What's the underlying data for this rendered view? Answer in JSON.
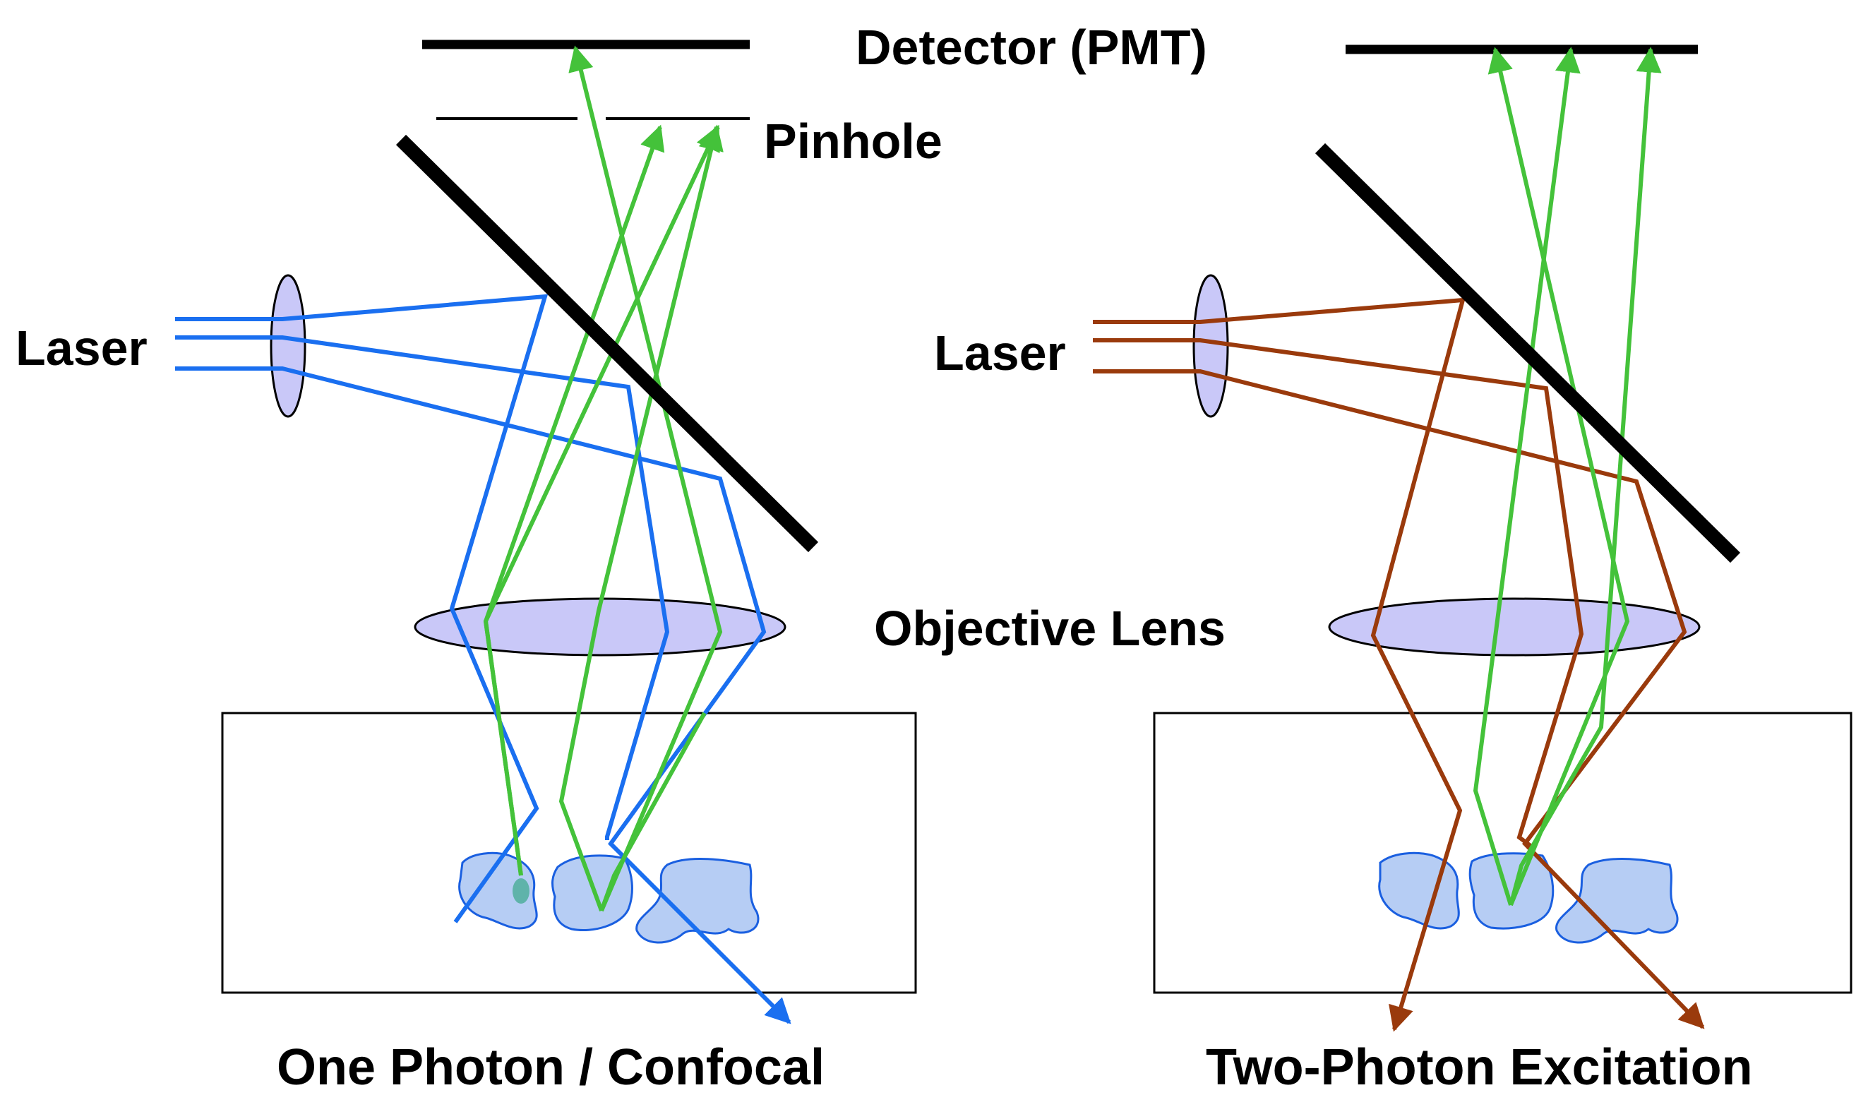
{
  "labels": {
    "detector": "Detector (PMT)",
    "pinhole": "Pinhole",
    "laser_left": "Laser",
    "laser_right": "Laser",
    "objective_lens": "Objective Lens"
  },
  "panels": {
    "left_caption": "One Photon / Confocal",
    "right_caption": "Two-Photon Excitation"
  },
  "colors": {
    "excitation_one_photon": "#1a6ff0",
    "excitation_two_photon": "#9a3a0c",
    "emission": "#44c23a",
    "lens_fill": "#c9c8f8",
    "cell_fill": "#a9c4f2",
    "cell_stroke": "#1a5fe0",
    "structure": "#000000"
  }
}
